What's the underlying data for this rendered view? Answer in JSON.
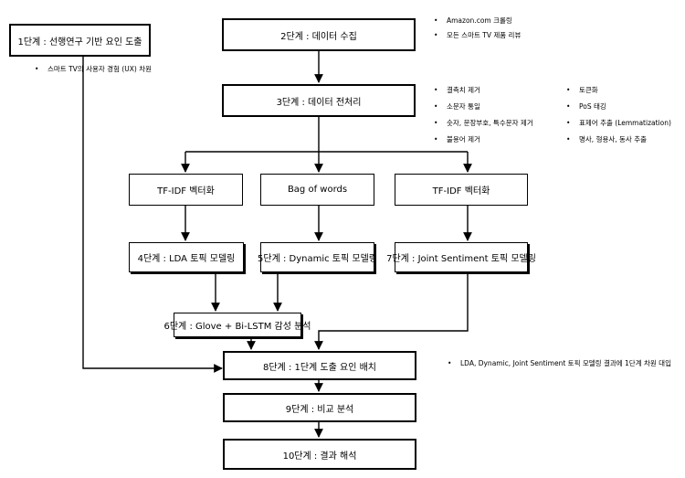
{
  "boxes": {
    "step1": "1단계 : 선행연구 기반 요인 도출",
    "step2": "2단계 : 데이터 수집",
    "step3": "3단계 : 데이터 전처리",
    "tfidf_left": "TF-IDF 벡터화",
    "bag_of_words": "Bag of words",
    "tfidf_right": "TF-IDF 벡터화",
    "step4": "4단계 : LDA 토픽 모델링",
    "step5": "5단계 : Dynamic 토픽 모델링",
    "step7": "7단계 : Joint Sentiment 토픽 모델링",
    "step6": "6단계 : Glove + Bi-LSTM 감성 분석",
    "step8": "8단계 : 1단계 도출 요인 배치",
    "step9": "9단계 : 비교 분석",
    "step10": "10단계 : 결과 해석"
  },
  "notes": {
    "step1": [
      "스마트 TV의 사용자 경험 (UX) 차원"
    ],
    "step2": [
      "Amazon.com 크롤링",
      "모든 스마트 TV 제품 리뷰"
    ],
    "step3_left": [
      "결측치 제거",
      "소문자 통일",
      "숫자, 문장부호, 특수문자 제거",
      "불용어 제거"
    ],
    "step3_right": [
      "토큰화",
      "PoS 태깅",
      "표제어 추출 (Lemmatization)",
      "명사, 형용사, 동사 추출"
    ],
    "step8": [
      "LDA, Dynamic, Joint Sentiment 토픽 모델링 결과에 1단계 차원 대입"
    ]
  },
  "bullet": "•"
}
